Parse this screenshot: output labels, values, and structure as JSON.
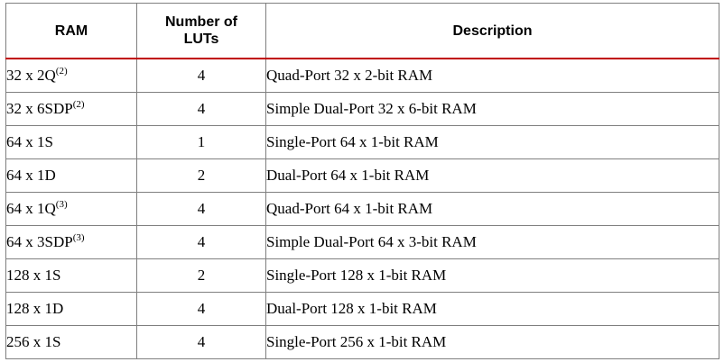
{
  "table": {
    "headers": {
      "ram": "RAM",
      "luts": "Number of LUTs",
      "description": "Description"
    },
    "rows": [
      {
        "ram": "32 x 2Q",
        "note": "(2)",
        "luts": "4",
        "description": "Quad-Port 32 x 2-bit RAM"
      },
      {
        "ram": "32 x 6SDP",
        "note": "(2)",
        "luts": "4",
        "description": "Simple Dual-Port 32 x 6-bit RAM"
      },
      {
        "ram": "64 x 1S",
        "note": "",
        "luts": "1",
        "description": "Single-Port 64 x 1-bit RAM"
      },
      {
        "ram": "64 x 1D",
        "note": "",
        "luts": "2",
        "description": "Dual-Port 64 x 1-bit RAM"
      },
      {
        "ram": "64 x 1Q",
        "note": "(3)",
        "luts": "4",
        "description": "Quad-Port 64 x 1-bit RAM"
      },
      {
        "ram": "64 x 3SDP",
        "note": "(3)",
        "luts": "4",
        "description": "Simple Dual-Port 64 x 3-bit RAM"
      },
      {
        "ram": "128 x 1S",
        "note": "",
        "luts": "2",
        "description": "Single-Port 128 x 1-bit RAM"
      },
      {
        "ram": "128 x 1D",
        "note": "",
        "luts": "4",
        "description": "Dual-Port 128 x 1-bit RAM"
      },
      {
        "ram": "256 x 1S",
        "note": "",
        "luts": "4",
        "description": "Single-Port 256 x 1-bit RAM"
      }
    ]
  },
  "colors": {
    "header_rule": "#c00000",
    "grid": "#7f7f7f"
  }
}
